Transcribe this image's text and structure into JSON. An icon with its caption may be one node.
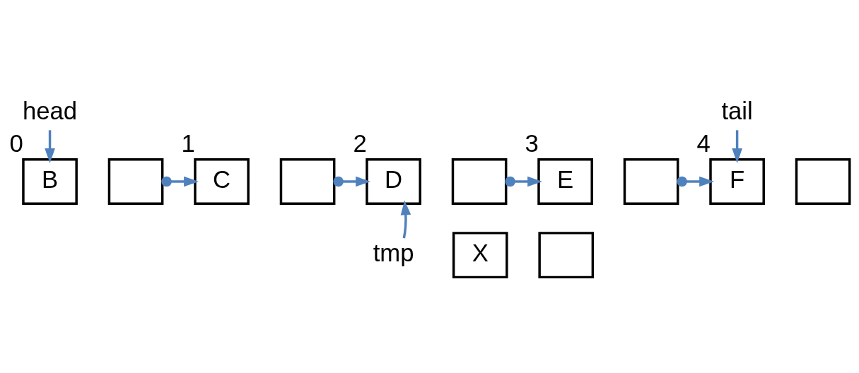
{
  "diagram": {
    "nodes": [
      {
        "text": [
          "head"
        ]
      },
      {
        "text": [
          "tail"
        ]
      },
      {
        "text": [
          "B"
        ],
        "beside": [
          "0"
        ]
      },
      {
        "text": [],
        "shape": "box"
      },
      {
        "text": [
          "C"
        ],
        "beside": [
          "1"
        ]
      },
      {
        "text": [],
        "shape": "box"
      },
      {
        "text": [
          "D"
        ],
        "beside": [
          "2"
        ]
      },
      {
        "text": [],
        "shape": "box"
      },
      {
        "text": [
          "E"
        ],
        "beside": [
          "3"
        ]
      },
      {
        "text": [],
        "shape": "box"
      },
      {
        "text": [
          "F"
        ],
        "beside": [
          "4"
        ]
      },
      {
        "text": [],
        "shape": "box"
      },
      {
        "text": [
          "tmp"
        ]
      },
      {
        "text": [
          "X"
        ]
      },
      {
        "text": [],
        "shape": "box"
      }
    ],
    "edges": [
      {
        "from": 0,
        "to": 2,
        "arrow": "to",
        "color": "#4f81bd"
      },
      {
        "from": 1,
        "to": 10,
        "arrow": "to",
        "color": "#4f81bd"
      },
      {
        "from": 3,
        "to": 4,
        "arrow": "to",
        "color": "#4f81bd"
      },
      {
        "from": 5,
        "to": 6,
        "arrow": "to",
        "color": "#4f81bd"
      },
      {
        "from": 7,
        "to": 8,
        "arrow": "to",
        "color": "#4f81bd"
      },
      {
        "from": 9,
        "to": 10,
        "arrow": "to",
        "color": "#4f81bd"
      },
      {
        "from": 12,
        "to": 6,
        "arrow": "to",
        "color": "#4f81bd"
      }
    ]
  }
}
